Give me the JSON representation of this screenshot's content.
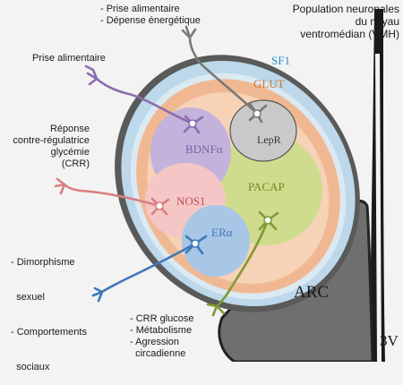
{
  "title": {
    "lines": [
      "Population neuronales",
      "du noyau",
      "ventromédian (VMH)"
    ]
  },
  "regions": {
    "sf1": "SF1",
    "glut": "GLUT",
    "bdnf": "BDNFα",
    "lepr": "LepR",
    "pacap": "PACAP",
    "nos1": "NOS1",
    "era": "ERα",
    "arc": "ARC",
    "v3": "3V"
  },
  "annotations": {
    "top": [
      "- Prise alimentaire",
      "- Dépense énergétique"
    ],
    "prise": "Prise alimentaire",
    "crr": [
      "Réponse",
      "contre-régulatrice",
      "glycémie",
      "(CRR)"
    ],
    "social": [
      "- Dimorphisme",
      "  sexuel",
      "- Comportements",
      "  sociaux"
    ],
    "bottom": [
      "- CRR glucose",
      "- Métabolisme",
      "- Agression",
      "  circadienne"
    ]
  },
  "colors": {
    "sf1_ring": "#bcd8ea",
    "glut_ring": "#f0b892",
    "glut_text": "#d8742c",
    "sf1_text": "#2d8fc8",
    "bdnf": "#c3b3dc",
    "lepr": "#c9c9c9",
    "pacap": "#cfdc8e",
    "nos1": "#f4c7c6",
    "era": "#a8c6e6",
    "arc": "#6f6f6f",
    "neuron_lepr": "#7a7a7a",
    "neuron_bdnf": "#8c6cae",
    "neuron_nos1": "#d97f80",
    "neuron_era": "#3f78ba",
    "neuron_pacap": "#7d9a33"
  }
}
